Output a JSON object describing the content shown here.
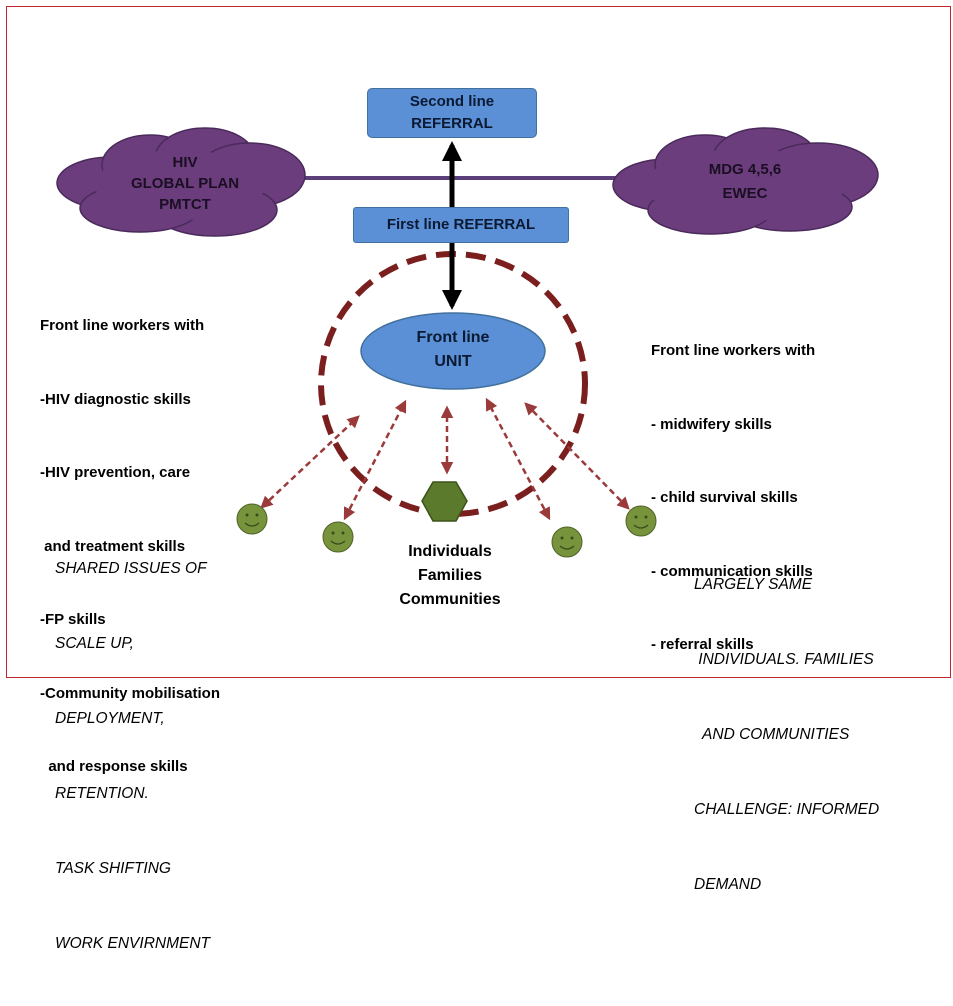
{
  "boxes": {
    "second_line": [
      "Second line",
      "REFERRAL"
    ],
    "first_line": "First line REFERRAL",
    "front_unit": [
      "Front line",
      "UNIT"
    ]
  },
  "clouds": {
    "left": [
      "HIV",
      "GLOBAL PLAN",
      "PMTCT"
    ],
    "right": [
      "MDG 4,5,6",
      "EWEC"
    ]
  },
  "left_skills": [
    "Front line workers with",
    "-HIV diagnostic skills",
    "-HIV prevention, care",
    " and treatment skills",
    "-FP skills",
    "-Community mobilisation",
    "  and response skills"
  ],
  "right_skills": [
    "Front line workers with",
    "- midwifery skills",
    "- child survival skills",
    "- communication skills",
    "- referral skills"
  ],
  "community_label": [
    "Individuals",
    "Families",
    "Communities"
  ],
  "left_notes": [
    "SHARED ISSUES OF",
    "SCALE UP,",
    "DEPLOYMENT,",
    "RETENTION.",
    "TASK SHIFTING",
    "WORK ENVIRNMENT"
  ],
  "right_notes": [
    "LARGELY SAME",
    " INDIVIDUALS. FAMILIES",
    "  AND COMMUNITIES",
    "CHALLENGE: INFORMED",
    "DEMAND"
  ],
  "colors": {
    "box_fill": "#5b8fd6",
    "cloud_fill": "#6b3d7d",
    "connector": "#5a3f7a",
    "dashed_circle": "#7b1e1e",
    "dashed_arrow": "#9b3a3a",
    "face_fill": "#77933c",
    "frame": "#c0272d"
  }
}
